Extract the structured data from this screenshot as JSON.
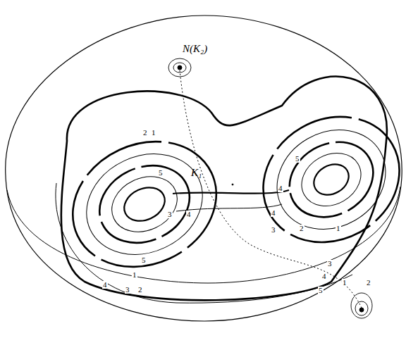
{
  "diagram": {
    "labels": [
      "N(K₂)",
      "K₁",
      "2",
      "1",
      "5",
      "3",
      "4",
      "5",
      "1",
      "4",
      "3",
      "2",
      "5",
      "4",
      "4",
      "3",
      "2",
      "1",
      "3",
      "4",
      "5",
      "1",
      "2"
    ]
  }
}
